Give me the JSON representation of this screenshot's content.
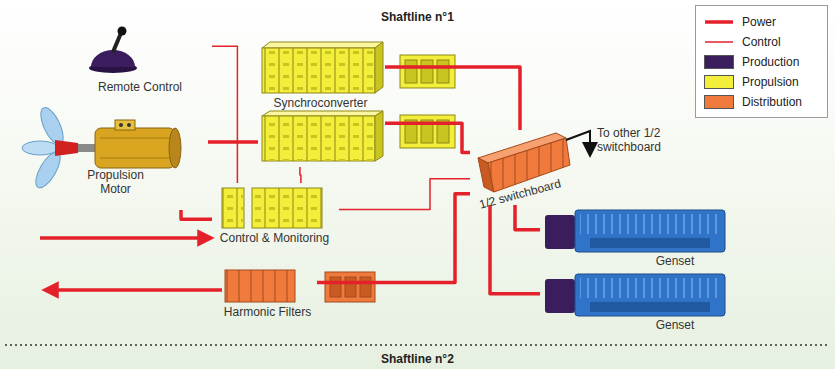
{
  "diagram": {
    "title": "Shaftline n°1",
    "nodes": [
      {
        "text": [
          "Remote Control"
        ]
      },
      {
        "text": [
          "Propulsion Motor"
        ]
      },
      {
        "text": [
          "Synchroconverter"
        ]
      },
      {
        "text": [
          "Control & Monitoring"
        ]
      },
      {
        "text": [
          "1/2 switchboard"
        ]
      },
      {
        "text": [
          "Harmonic Filters"
        ]
      },
      {
        "text": [
          "Genset"
        ]
      },
      {
        "text": [
          "Genset"
        ]
      }
    ],
    "edges": [
      {
        "from": 1,
        "to": 2,
        "arrow": "none"
      },
      {
        "from": 2,
        "to": 4,
        "arrow": "none"
      },
      {
        "from": 2,
        "to": 4,
        "arrow": "none"
      },
      {
        "from": 0,
        "to": 3,
        "arrow": "none"
      },
      {
        "from": 3,
        "to": 2,
        "arrow": "none"
      },
      {
        "from": 1,
        "to": 3,
        "arrow": "none"
      },
      {
        "from": 3,
        "to": 4,
        "arrow": "none"
      },
      {
        "from": 5,
        "to": 4,
        "arrow": "none"
      },
      {
        "from": 6,
        "to": 4,
        "arrow": "none"
      },
      {
        "from": 7,
        "to": 4,
        "arrow": "none"
      }
    ],
    "labels": [
      "To other 1/2 switchboard",
      "Shaftline n°2"
    ],
    "legend": [
      {
        "text": "Power"
      },
      {
        "text": "Control"
      },
      {
        "text": "Production",
        "color": "#3b1d5e"
      },
      {
        "text": "Propulsion",
        "color": "#f2ee3a"
      },
      {
        "text": "Distribution",
        "color": "#f07a3c"
      }
    ]
  }
}
